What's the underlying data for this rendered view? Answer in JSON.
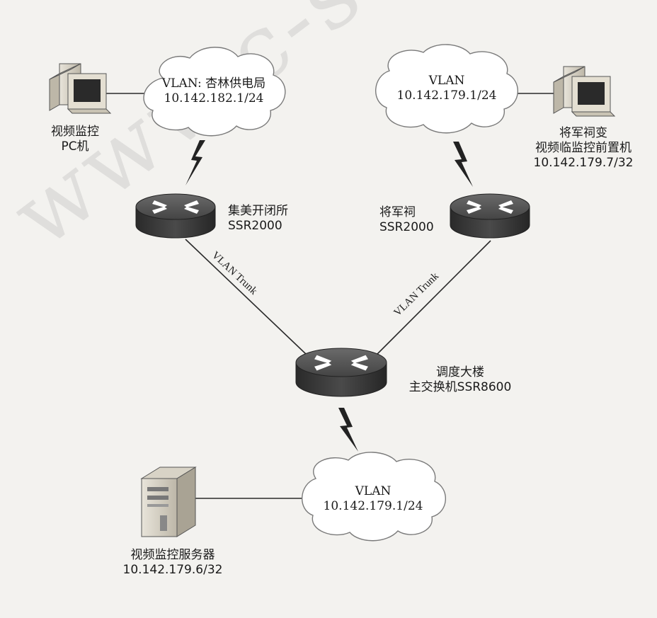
{
  "nodes": {
    "pc": {
      "label_line1": "视频监控",
      "label_line2": "PC机"
    },
    "cloud_top_left": {
      "line1": "VLAN: 杏林供电局",
      "line2": "10.142.182.1/24"
    },
    "cloud_top_right": {
      "line1": "VLAN",
      "line2": "10.142.179.1/24"
    },
    "cloud_bottom": {
      "line1": "VLAN",
      "line2": "10.142.179.1/24"
    },
    "frontend_pc": {
      "line1": "将军祠变",
      "line2": "视频临监控前置机",
      "line3": "10.142.179.7/32"
    },
    "router_left": {
      "line1": "集美开闭所",
      "line2": "SSR2000"
    },
    "router_right": {
      "line1": "将军祠",
      "line2": "SSR2000"
    },
    "router_main": {
      "line1": "调度大楼",
      "line2": "主交换机SSR8600"
    },
    "server": {
      "line1": "视频监控服务器",
      "line2": "10.142.179.6/32"
    }
  },
  "links": {
    "trunk_left": "VLAN Trunk",
    "trunk_right": "VLAN Trunk"
  },
  "watermark": "www.c-s-a.org.cn",
  "colors": {
    "router_body": "#3a3a3a",
    "router_top": "#5a5a5a",
    "cloud_fill": "#ffffff",
    "line": "#2a2a2a",
    "background": "#f3f2ef"
  }
}
